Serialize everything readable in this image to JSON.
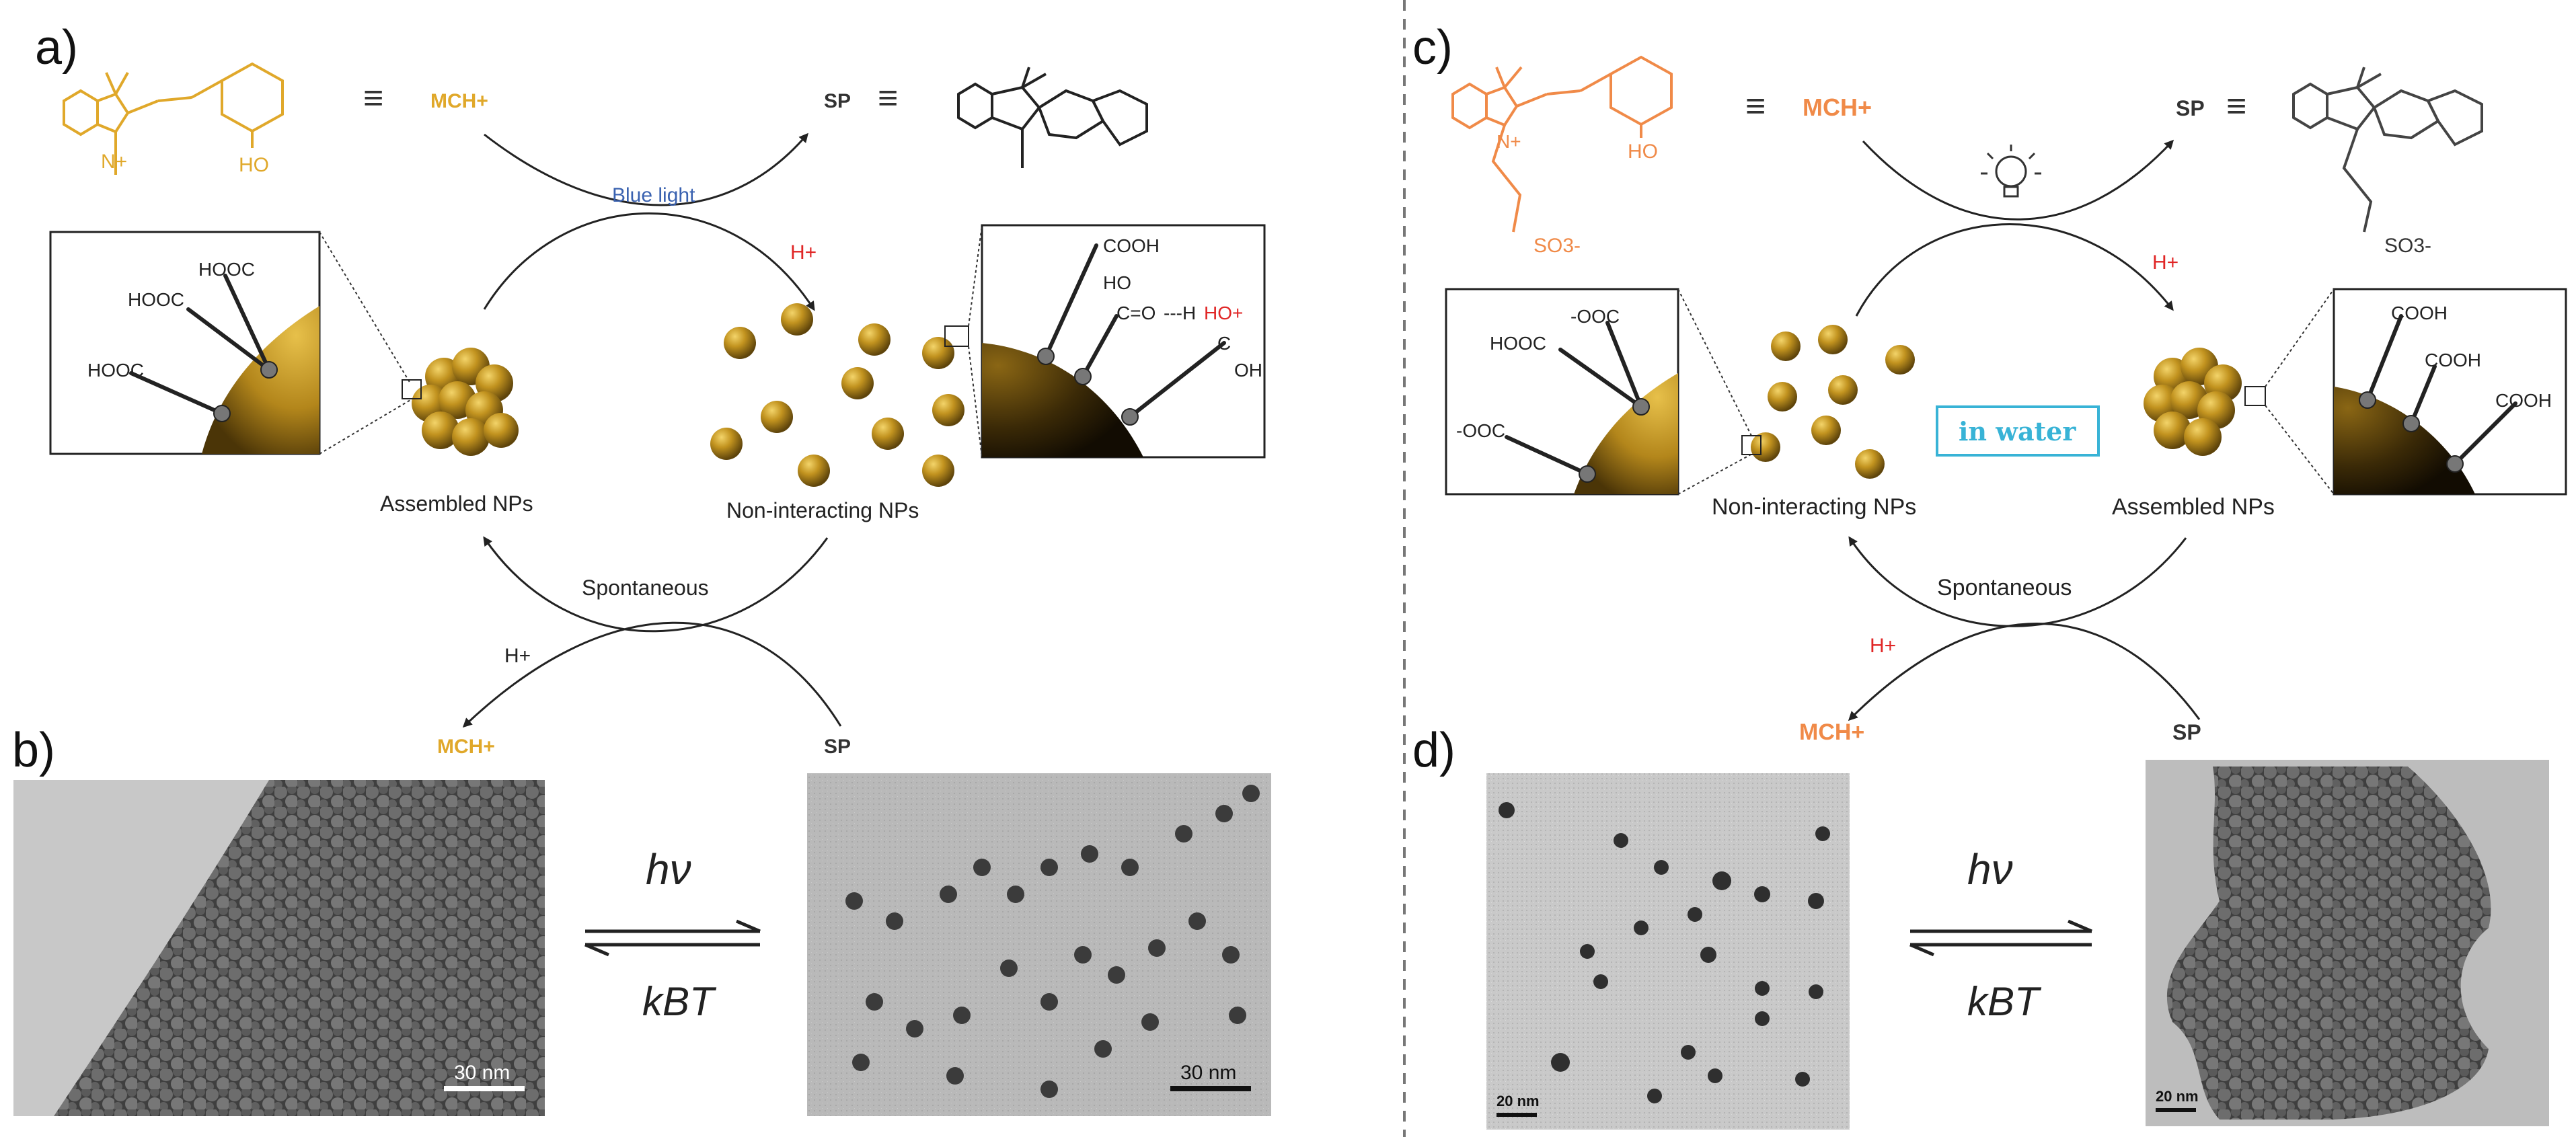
{
  "panels": {
    "a": "a)",
    "b": "b)",
    "c": "c)",
    "d": "d)"
  },
  "colors": {
    "gold": "#e0a82a",
    "orange": "#f08a48",
    "red": "#e02525",
    "blue": "#3a62b0",
    "cyan": "#38b3d6",
    "np_dark": "#6b5212",
    "np_light": "#d8b13a",
    "line": "#222222"
  },
  "left_scheme": {
    "mch_label": "MCH+",
    "sp_label": "SP",
    "equiv": "≡",
    "phenol_oh": "HO",
    "n_plus": "N+",
    "blue_light": "Blue light",
    "h_plus_top": "H+",
    "spontaneous": "Spontaneous",
    "h_plus_bottom": "H+",
    "mch_bottom": "MCH+",
    "sp_bottom": "SP",
    "assembled_label": "Assembled NPs",
    "noninteracting_label": "Non-interacting NPs",
    "inset_left": {
      "cooh_1": "HOOC",
      "cooh_2": "HOOC",
      "cooh_3": "HOOC"
    },
    "inset_right": {
      "cooh": "COOH",
      "ho": "HO",
      "carbonyl": "C=O",
      "h_dots": "---H",
      "ho_plus": "HO+",
      "c_label": "C",
      "oh": "OH"
    }
  },
  "right_scheme": {
    "mch_label": "MCH+",
    "sp_label": "SP",
    "equiv": "≡",
    "phenol_oh": "HO",
    "n_plus": "N+",
    "so3_left": "SO3-",
    "so3_right": "SO3-",
    "h_plus_top": "H+",
    "spontaneous": "Spontaneous",
    "h_plus_bottom": "H+",
    "mch_bottom": "MCH+",
    "sp_bottom": "SP",
    "in_water": "in water",
    "noninteracting_label": "Non-interacting NPs",
    "assembled_label": "Assembled NPs",
    "inset_left": {
      "ooc_1": "-OOC",
      "hooc": "HOOC",
      "ooc_2": "-OOC"
    },
    "inset_right": {
      "cooh_1": "COOH",
      "cooh_2": "COOH",
      "cooh_3": "COOH"
    }
  },
  "tem": {
    "hv": "hν",
    "kbt": "kBT",
    "scale_b_left": "30 nm",
    "scale_b_right": "30 nm",
    "scale_d_left": "20 nm",
    "scale_d_right": "20 nm"
  }
}
